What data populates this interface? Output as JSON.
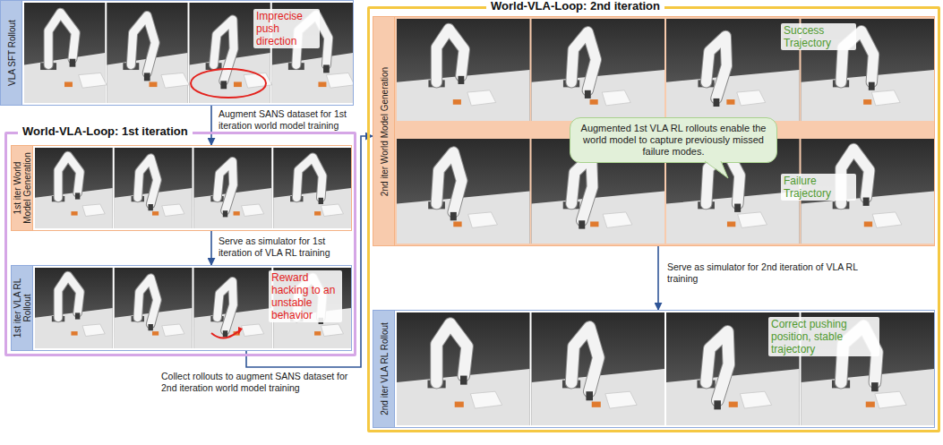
{
  "diagram": {
    "nodes": [
      {
        "text": [
          "VLA SFT Rollout",
          "Imprecise push direction"
        ]
      },
      {
        "text": [
          "World-VLA-Loop: 1st iteration"
        ]
      },
      {
        "text": [
          "1st iter World Model Generation"
        ],
        "in": 1
      },
      {
        "text": [
          "1st iter VLA RL Rollout",
          "Reward hacking to an unstable behavior"
        ],
        "in": 1
      },
      {
        "text": [
          "World-VLA-Loop: 2nd iteration"
        ]
      },
      {
        "text": [
          "2nd iter World Model Generation",
          "Success Trajectory",
          "Failure Trajectory"
        ],
        "in": 4
      },
      {
        "text": [
          "Augmented 1st VLA RL rollouts enable the world model to capture previously missed failure modes."
        ],
        "in": 5
      },
      {
        "text": [
          "2nd iter VLA RL Rollout",
          "Correct pushing position, stable trajectory"
        ],
        "in": 4
      }
    ],
    "edges": [
      {
        "from": 0,
        "to": 2,
        "arrow": "to",
        "label": "Augment SANS dataset for 1st iteration world model training"
      },
      {
        "from": 2,
        "to": 3,
        "arrow": "to",
        "label": "Serve as simulator for 1st iteration of VLA RL training"
      },
      {
        "from": 3,
        "to": 5,
        "arrow": "to",
        "label": "Collect rollouts to augment SANS dataset for 2nd iteration world model training"
      },
      {
        "from": 5,
        "to": 7,
        "arrow": "to",
        "label": "Serve as simulator for 2nd iteration of VLA RL training"
      }
    ]
  }
}
